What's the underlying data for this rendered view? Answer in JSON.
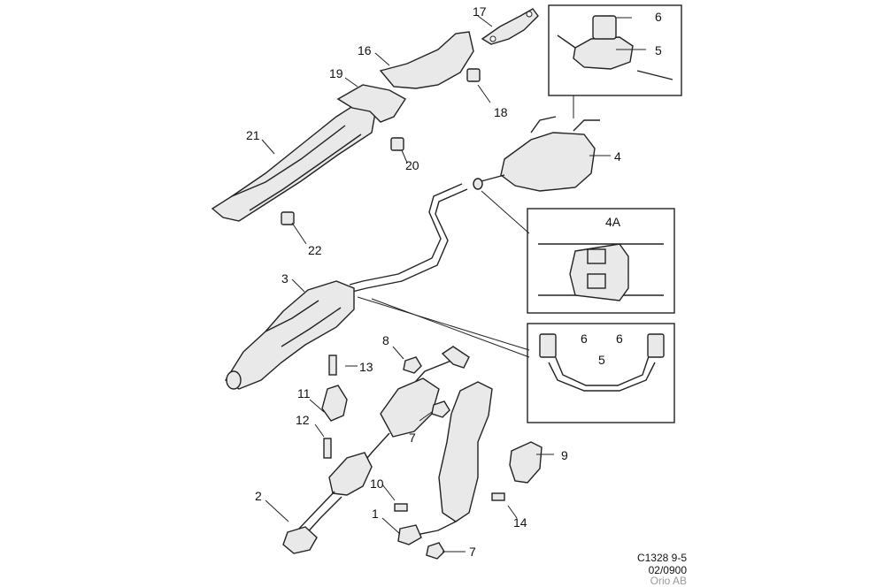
{
  "diagram": {
    "callouts": {
      "c1": "1",
      "c2": "2",
      "c3": "3",
      "c4": "4",
      "c4a": "4A",
      "c5a": "5",
      "c5b": "5",
      "c6a": "6",
      "c6b": "6",
      "c6c": "6",
      "c7a": "7",
      "c7b": "7",
      "c8": "8",
      "c9": "9",
      "c10": "10",
      "c11": "11",
      "c12": "12",
      "c13": "13",
      "c14": "14",
      "c16": "16",
      "c17": "17",
      "c18": "18",
      "c19": "19",
      "c20": "20",
      "c21": "21",
      "c22": "22"
    },
    "footer": {
      "code": "C1328 9-5",
      "date": "02/0900",
      "credit": "Orio AB"
    }
  }
}
